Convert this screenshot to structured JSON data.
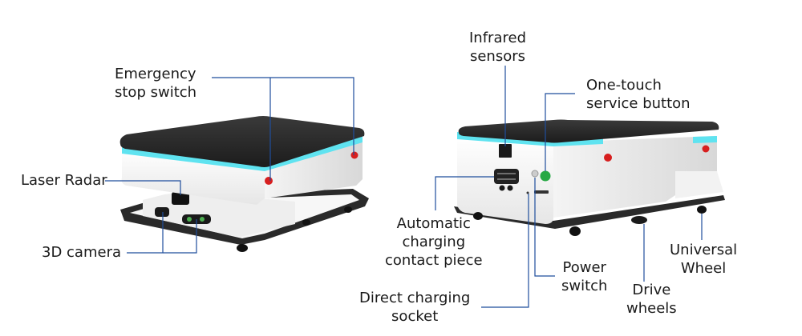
{
  "labels": {
    "emergency_stop": [
      "Emergency",
      "stop switch"
    ],
    "laser_radar": [
      "Laser Radar"
    ],
    "camera_3d": [
      "3D camera"
    ],
    "infrared": [
      "Infrared",
      "sensors"
    ],
    "service_button": [
      "One-touch",
      "service button"
    ],
    "charging_contact": [
      "Automatic",
      "charging",
      "contact piece"
    ],
    "power_switch": [
      "Power",
      "switch"
    ],
    "direct_charging": [
      "Direct charging",
      "socket"
    ],
    "drive_wheels": [
      "Drive",
      "wheels"
    ],
    "universal_wheel": [
      "Universal",
      "Wheel"
    ]
  },
  "colors": {
    "leader_line": "#1f4e9c",
    "top_cover": "#2b2b2b",
    "body": "#ffffff",
    "light_strip": "#5fe3f0",
    "stop_button": "#d71f1f",
    "service_button": "#27a844"
  }
}
